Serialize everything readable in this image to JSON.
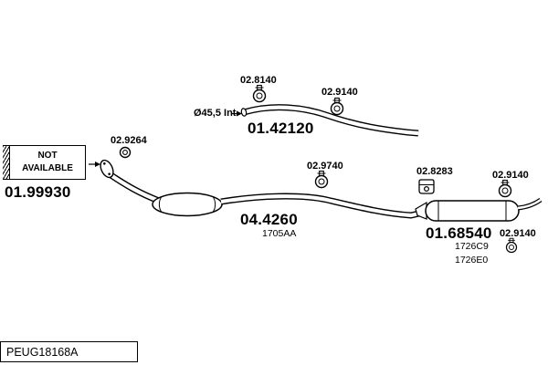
{
  "drawing": {
    "code": "PEUG18168A",
    "not_available": {
      "line1": "NOT",
      "line2": "AVAILABLE"
    },
    "labels": {
      "clamp_top": "02.8140",
      "clamp_front": "02.9140",
      "diameter_note": "Ø45,5 Int",
      "front_pipe": "01.42120",
      "flange_part": "01.99930",
      "gasket": "02.9264",
      "clamp_mid": "02.9740",
      "center_silencer": "04.4260",
      "center_silencer_ref": "1705AA",
      "hanger": "02.8283",
      "clamp_rear": "02.9140",
      "rear_silencer": "01.68540",
      "clamp_tail": "02.9140",
      "rear_ref_1": "1726C9",
      "rear_ref_2": "1726E0"
    },
    "colors": {
      "line": "#000000",
      "background": "#ffffff"
    }
  }
}
